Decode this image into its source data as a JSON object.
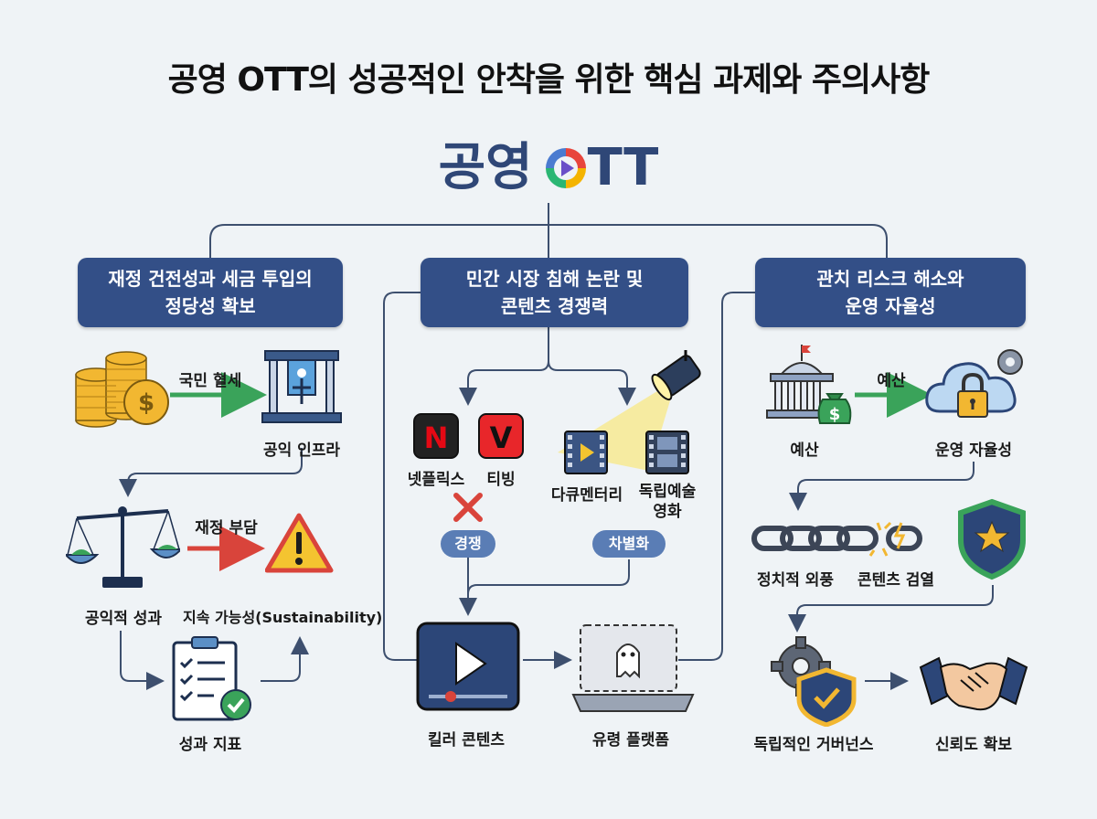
{
  "title": "공영 OTT의 성공적인 안착을 위한 핵심 과제와 주의사항",
  "logo": {
    "left": "공영",
    "right": "TT"
  },
  "columns": {
    "left": {
      "header": [
        "재정 건전성과 세금 투입의",
        "정당성 확보"
      ],
      "tax_label": "국민 혈세",
      "infra_label": "공익 인프라",
      "burden_label": "재정 부담",
      "public_perf_label": "공익적 성과",
      "sustain_label": "지속 가능성(Sustainability)",
      "kpi_label": "성과 지표"
    },
    "middle": {
      "header": [
        "민간 시장 침해 논란 및",
        "콘텐츠 경쟁력"
      ],
      "netflix_label": "넷플릭스",
      "tving_label": "티빙",
      "doc_label": "다큐멘터리",
      "indie_label": [
        "독립예술",
        "영화"
      ],
      "compete_pill": "경쟁",
      "diff_pill": "차별화",
      "killer_label": "킬러 콘텐츠",
      "ghost_label": "유령 플랫폼"
    },
    "right": {
      "header": [
        "관치 리스크 해소와",
        "운영 자율성"
      ],
      "budget_arrow_label": "예산",
      "budget_label": "예산",
      "autonomy_label": "운영 자율성",
      "pressure_label": "정치적 외풍",
      "censor_label": "콘텐츠 검열",
      "gov_label": "독립적인 거버넌스",
      "trust_label": "신뢰도 확보"
    }
  },
  "colors": {
    "header_bg": "#334f87",
    "pill_bg": "#5a7db5",
    "line": "#3d4f6e",
    "green_arrow": "#3aa35a",
    "red_arrow": "#d9443b"
  }
}
